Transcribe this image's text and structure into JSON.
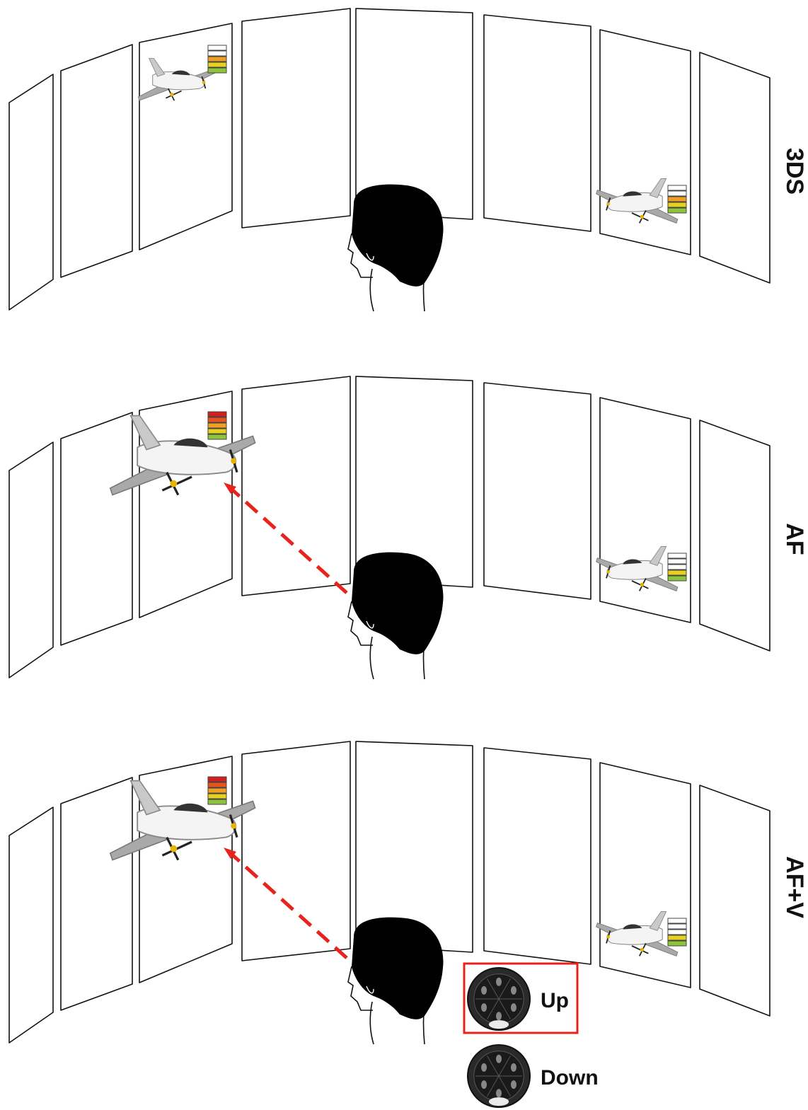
{
  "conditions": [
    {
      "label": "3DS",
      "gaze_arrow": false,
      "vibrotactile": false,
      "left_level_bars": [
        "white",
        "white",
        "#f0a020",
        "#e8d020",
        "#8cc43c"
      ],
      "right_level_bars": [
        "white",
        "white",
        "#f0a020",
        "#e8d020",
        "#8cc43c"
      ]
    },
    {
      "label": "AF",
      "gaze_arrow": true,
      "vibrotactile": false,
      "left_level_bars": [
        "#d41f1f",
        "#e8531c",
        "#f0a020",
        "#e8d020",
        "#8cc43c"
      ],
      "right_level_bars": [
        "white",
        "white",
        "white",
        "#e8d020",
        "#8cc43c"
      ]
    },
    {
      "label": "AF+V",
      "gaze_arrow": true,
      "vibrotactile": true,
      "left_level_bars": [
        "#d41f1f",
        "#e8531c",
        "#f0a020",
        "#e8d020",
        "#8cc43c"
      ],
      "right_level_bars": [
        "white",
        "white",
        "white",
        "#e8d020",
        "#8cc43c"
      ]
    }
  ],
  "buttons": {
    "up_label": "Up",
    "down_label": "Down",
    "highlight_color": "#e8231c"
  },
  "colors": {
    "gaze_arrow": "#e8231c",
    "screen_outline": "#111111"
  }
}
